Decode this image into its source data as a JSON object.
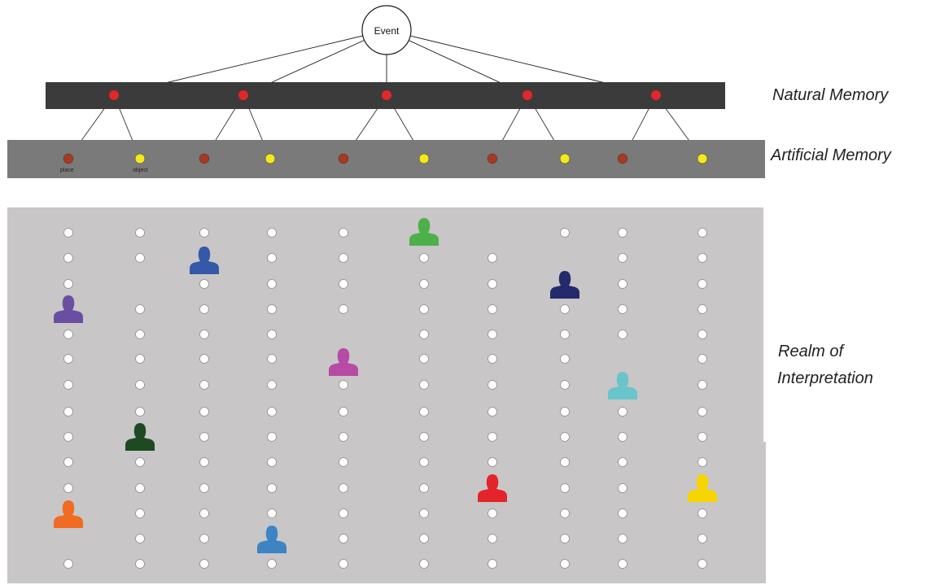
{
  "event": {
    "label": "Event"
  },
  "labels": {
    "natural_memory": "Natural Memory",
    "artificial_memory": "Artificial Memory",
    "realm_line1": "Realm of",
    "realm_line2": "Interpretation"
  },
  "artificial_item_labels": {
    "place": "place",
    "object": "object"
  },
  "colors": {
    "natural_band": "#3b3b3b",
    "artificial_band": "#7a7a7a",
    "realm_panel": "#c8c6c7",
    "natural_node": "#e3262b",
    "place_node": "#a83a22",
    "object_node": "#f5e81c",
    "grid_dot": "#ffffff",
    "line": "#1a1a1a"
  },
  "natural_nodes": [
    {
      "name": "natural-node-1",
      "children": [
        0,
        1
      ]
    },
    {
      "name": "natural-node-2",
      "children": [
        2,
        3
      ]
    },
    {
      "name": "natural-node-3",
      "children": [
        4,
        5
      ]
    },
    {
      "name": "natural-node-4",
      "children": [
        6,
        7
      ]
    },
    {
      "name": "natural-node-5",
      "children": [
        8,
        9
      ]
    }
  ],
  "artificial_nodes": [
    {
      "kind": "place"
    },
    {
      "kind": "object"
    },
    {
      "kind": "place"
    },
    {
      "kind": "object"
    },
    {
      "kind": "place"
    },
    {
      "kind": "object"
    },
    {
      "kind": "place"
    },
    {
      "kind": "object"
    },
    {
      "kind": "place"
    },
    {
      "kind": "object"
    }
  ],
  "interpreters": [
    {
      "name": "person-green-icon",
      "color": "#4db04a"
    },
    {
      "name": "person-blue-icon",
      "color": "#3558a8"
    },
    {
      "name": "person-navy-icon",
      "color": "#242a6b"
    },
    {
      "name": "person-violet-icon",
      "color": "#6a4ea2"
    },
    {
      "name": "person-magenta-icon",
      "color": "#b64aa4"
    },
    {
      "name": "person-cyan-icon",
      "color": "#6ac4cc"
    },
    {
      "name": "person-darkgreen-icon",
      "color": "#1d4a22"
    },
    {
      "name": "person-red-icon",
      "color": "#e4232a"
    },
    {
      "name": "person-yellow-icon",
      "color": "#f7d600"
    },
    {
      "name": "person-orange-icon",
      "color": "#f26b22"
    },
    {
      "name": "person-lightblue-icon",
      "color": "#3c84c4"
    }
  ]
}
